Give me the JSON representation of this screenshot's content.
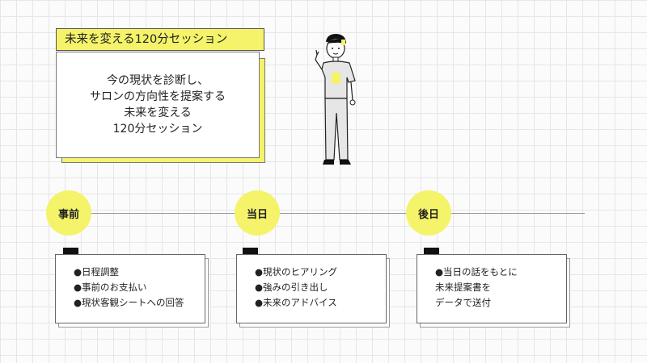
{
  "title": "未来を変える120分セッション",
  "intro_lines": [
    "今の現状を診断し、",
    "サロンの方向性を提案する",
    "未来を変える",
    "120分セッション"
  ],
  "stages": [
    {
      "label": "事前",
      "items": [
        "●日程調整",
        "●事前のお支払い",
        "●現状客観シートへの回答"
      ]
    },
    {
      "label": "当日",
      "items": [
        "●現状のヒアリング",
        "●強みの引き出し",
        "●未来のアドバイス"
      ]
    },
    {
      "label": "後日",
      "items": [
        "●当日の話をもとに",
        "未来提案書を",
        "データで送付"
      ]
    }
  ],
  "colors": {
    "accent_yellow": "#f4f36a",
    "grid": "#e6e6e6"
  },
  "illustration": "person-pointing-illustration"
}
